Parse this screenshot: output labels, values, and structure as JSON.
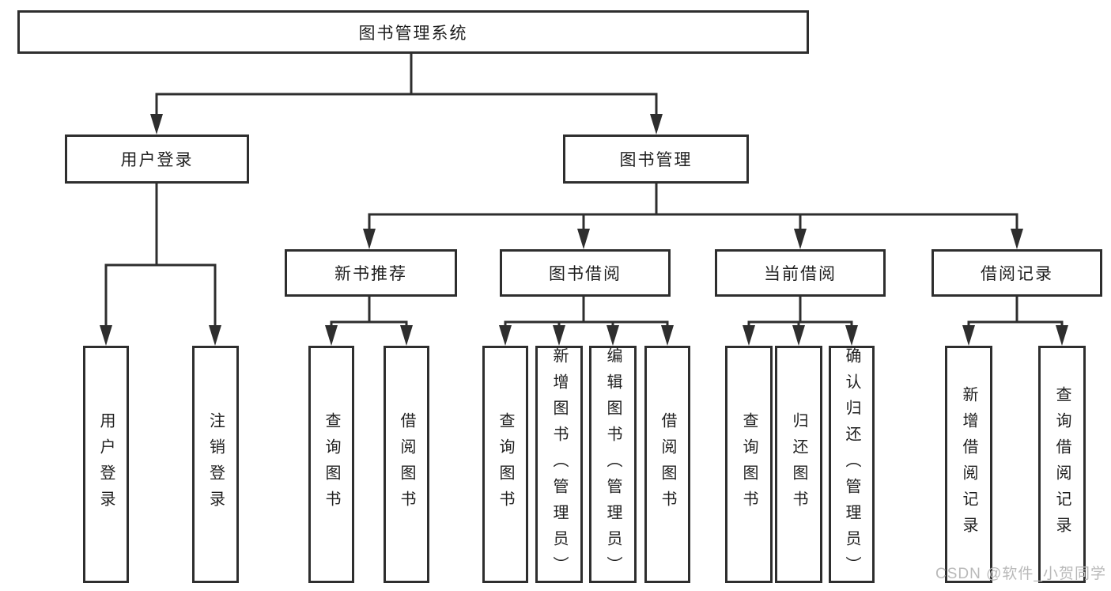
{
  "diagram": {
    "root": {
      "label": "图书管理系统"
    },
    "level2": [
      {
        "label": "用户登录"
      },
      {
        "label": "图书管理"
      }
    ],
    "level3": [
      {
        "label": "新书推荐"
      },
      {
        "label": "图书借阅"
      },
      {
        "label": "当前借阅"
      },
      {
        "label": "借阅记录"
      }
    ],
    "leaves": {
      "user_login": [
        {
          "label": "用户登录"
        },
        {
          "label": "注销登录"
        }
      ],
      "new_book": [
        {
          "label": "查询图书"
        },
        {
          "label": "借阅图书"
        }
      ],
      "borrow": [
        {
          "label": "查询图书"
        },
        {
          "label": "新增图书（管理员）"
        },
        {
          "label": "编辑图书（管理员）"
        },
        {
          "label": "借阅图书"
        }
      ],
      "current": [
        {
          "label": "查询图书"
        },
        {
          "label": "归还图书"
        },
        {
          "label": "确认归还（管理员）"
        }
      ],
      "records": [
        {
          "label": "新增借阅记录"
        },
        {
          "label": "查询借阅记录"
        }
      ]
    },
    "watermark": "CSDN @软件_小贺同学",
    "colors": {
      "line": "#2e2e2e",
      "text": "#1f1f1f",
      "watermark": "#b9b9b9",
      "background": "#ffffff"
    }
  }
}
